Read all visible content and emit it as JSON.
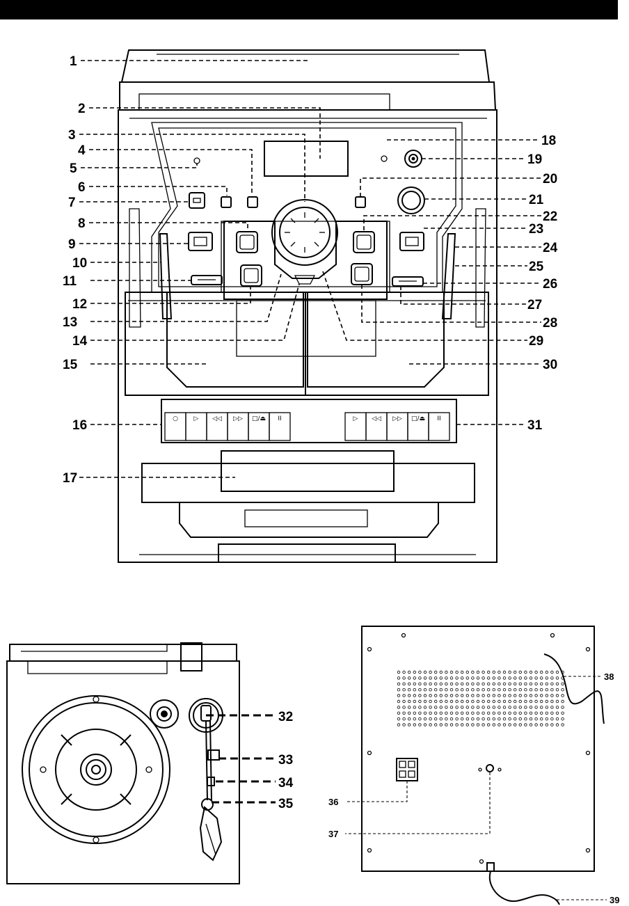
{
  "callouts": {
    "c1": "1",
    "c2": "2",
    "c3": "3",
    "c4": "4",
    "c5": "5",
    "c6": "6",
    "c7": "7",
    "c8": "8",
    "c9": "9",
    "c10": "10",
    "c11": "11",
    "c12": "12",
    "c13": "13",
    "c14": "14",
    "c15": "15",
    "c16": "16",
    "c17": "17",
    "c18": "18",
    "c19": "19",
    "c20": "20",
    "c21": "21",
    "c22": "22",
    "c23": "23",
    "c24": "24",
    "c25": "25",
    "c26": "26",
    "c27": "27",
    "c28": "28",
    "c29": "29",
    "c30": "30",
    "c31": "31",
    "c32": "32",
    "c33": "33",
    "c34": "34",
    "c35": "35",
    "c36": "36",
    "c37": "37",
    "c38": "38",
    "c39": "39"
  },
  "deck_buttons": {
    "left": [
      "○",
      "▷",
      "◁◁",
      "▷▷",
      "□/⏏",
      "II"
    ],
    "right": [
      "▷",
      "◁◁",
      "▷▷",
      "□/⏏",
      "II"
    ]
  },
  "colors": {
    "line": "#000000",
    "background": "#ffffff",
    "header_bar": "#000000"
  }
}
